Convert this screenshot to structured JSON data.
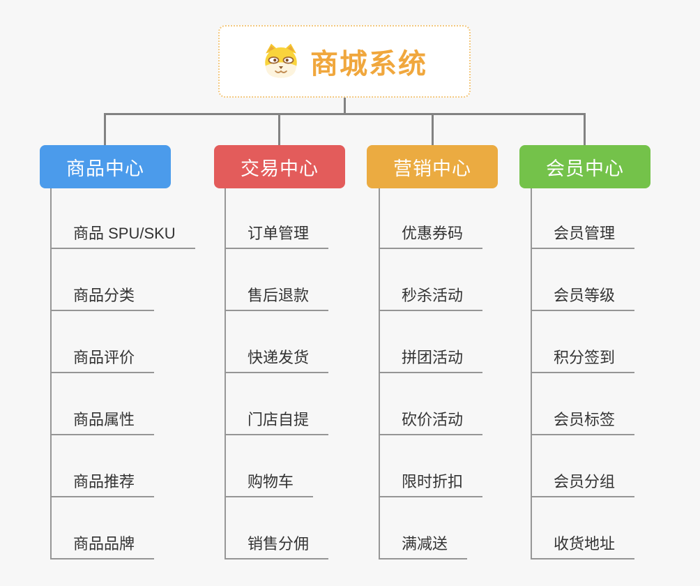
{
  "root": {
    "title": "商城系统",
    "icon": "shiba-dog-icon"
  },
  "branches": [
    {
      "id": "product-center",
      "label": "商品中心",
      "color": "#4B9BEB",
      "children": [
        "商品 SPU/SKU",
        "商品分类",
        "商品评价",
        "商品属性",
        "商品推荐",
        "商品品牌"
      ]
    },
    {
      "id": "trade-center",
      "label": "交易中心",
      "color": "#E35C5B",
      "children": [
        "订单管理",
        "售后退款",
        "快递发货",
        "门店自提",
        "购物车",
        "销售分佣"
      ]
    },
    {
      "id": "marketing-center",
      "label": "营销中心",
      "color": "#EBAB41",
      "children": [
        "优惠券码",
        "秒杀活动",
        "拼团活动",
        "砍价活动",
        "限时折扣",
        "满减送"
      ]
    },
    {
      "id": "member-center",
      "label": "会员中心",
      "color": "#74C24A",
      "children": [
        "会员管理",
        "会员等级",
        "积分签到",
        "会员标签",
        "会员分组",
        "收货地址"
      ]
    }
  ],
  "colors": {
    "background": "#F7F7F7",
    "root_text": "#F0A73D",
    "root_border": "#F3C87E",
    "connector": "#828282",
    "child_line": "#979797",
    "child_text": "#333333"
  }
}
